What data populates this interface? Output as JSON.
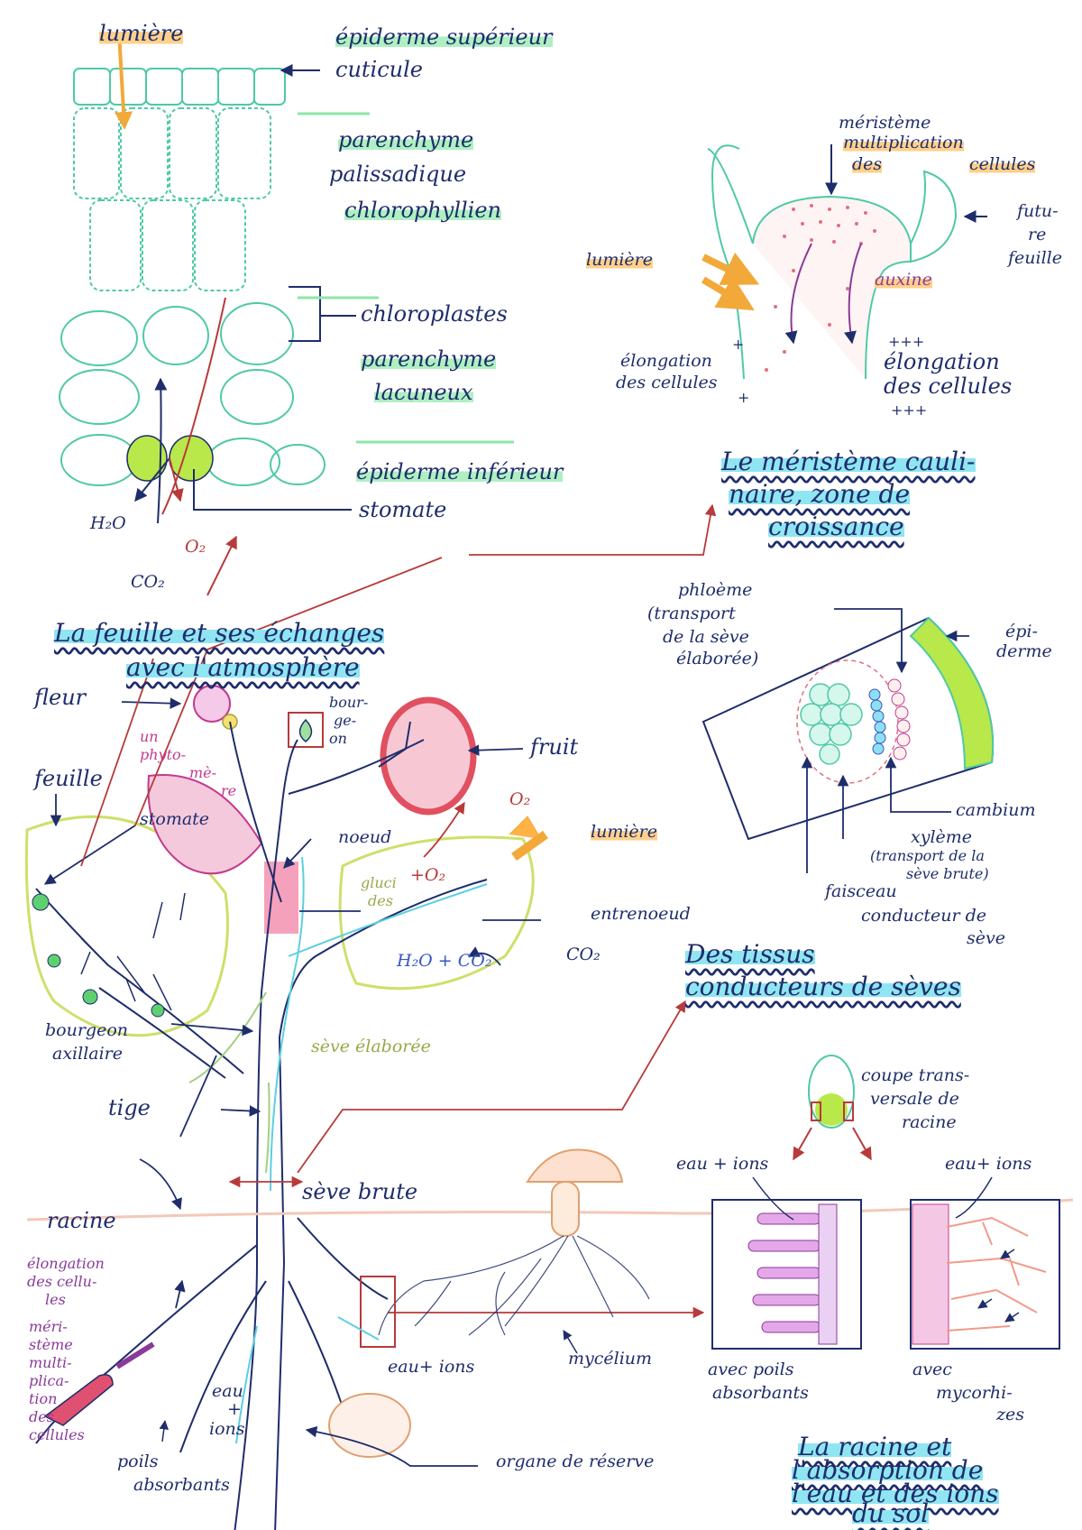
{
  "leaf": {
    "lumiere": "lumière",
    "epiderme_sup": "épiderme supérieur",
    "cuticule": "cuticule",
    "parenchyme_pal_1": "parenchyme",
    "parenchyme_pal_2": "palissadique",
    "parenchyme_pal_3": "chlorophyllien",
    "chloroplastes": "chloroplastes",
    "parenchyme_lac_1": "parenchyme",
    "parenchyme_lac_2": "lacuneux",
    "epiderme_inf": "épiderme inférieur",
    "stomate": "stomate",
    "h2o": "H₂O",
    "o2": "O₂",
    "co2": "CO₂"
  },
  "meristem": {
    "meristeme": "méristème",
    "multiplication": "multiplication",
    "des": "des",
    "cellules": "cellules",
    "future_1": "futu-",
    "future_2": "re",
    "future_3": "feuille",
    "lumiere": "lumière",
    "auxine": "auxine",
    "elongation_left_1": "élongation",
    "elongation_left_2": "des cellules",
    "elongation_right_1": "élongation",
    "elongation_right_2": "des cellules",
    "plus_one": "+",
    "plus_three": "+++"
  },
  "titles": {
    "meristeme_1": "Le méristème cauli-",
    "meristeme_2": "naire, zone de",
    "meristeme_3": "croissance",
    "feuille_1": "La feuille et ses échanges",
    "feuille_2": "avec l'atmosphère",
    "tissus_1": "Des tissus",
    "tissus_2": "conducteurs de sèves",
    "racine_1": "La racine et",
    "racine_2": "l'absorption de",
    "racine_3": "l'eau et des ions",
    "racine_4": "du sol"
  },
  "stem_section": {
    "phloeme_1": "phloème",
    "phloeme_2": "(transport",
    "phloeme_3": "de la sève",
    "phloeme_4": "élaborée)",
    "epiderme_1": "épi-",
    "epiderme_2": "derme",
    "cambium": "cambium",
    "xyleme_1": "xylème",
    "xyleme_2": "(transport de la",
    "xyleme_3": "sève brute)",
    "faisceau_1": "faisceau",
    "faisceau_2": "conducteur de",
    "faisceau_3": "sève"
  },
  "plant": {
    "fleur": "fleur",
    "feuille": "feuille",
    "un_phytomere_1": "un",
    "un_phytomere_2": "phyto-",
    "un_phytomere_3": "mè-",
    "un_phytomere_4": "re",
    "stomate": "stomate",
    "bourgeon_1": "bour-",
    "bourgeon_2": "ge-",
    "bourgeon_3": "on",
    "fruit": "fruit",
    "o2_top": "O₂",
    "noeud": "noeud",
    "lumiere": "lumière",
    "glucides_1": "gluci",
    "glucides_2": "des",
    "plus_o2": "+O₂",
    "entrenoeud": "entrenoeud",
    "h2o_co2": "H₂O + CO₂",
    "co2": "CO₂",
    "bourgeon_axillaire_1": "bourgeon",
    "bourgeon_axillaire_2": "axillaire",
    "seve_elaboree": "sève élaborée",
    "tige": "tige",
    "seve_brute": "sève brute"
  },
  "root": {
    "racine": "racine",
    "elongation_1": "élongation",
    "elongation_2": "des cellu-",
    "elongation_3": "les",
    "meristeme_1": "méri-",
    "meristeme_2": "stème",
    "meristeme_3": "multi-",
    "meristeme_4": "plica-",
    "meristeme_5": "tion",
    "meristeme_6": "des",
    "meristeme_7": "cellules",
    "eau_ions_v_1": "eau",
    "eau_ions_v_2": "+",
    "eau_ions_v_3": "ions",
    "poils_1": "poils",
    "poils_2": "absorbants",
    "eau_ions_mid": "eau+ ions",
    "mycelium": "mycélium",
    "organe": "organe de réserve",
    "coupe_1": "coupe trans-",
    "coupe_2": "versale de",
    "coupe_3": "racine",
    "eau_ions_left": "eau + ions",
    "eau_ions_right": "eau+ ions",
    "avec_poils_1": "avec poils",
    "avec_poils_2": "absorbants",
    "avec_myco_1": "avec",
    "avec_myco_2": "mycorhi-",
    "avec_myco_3": "zes"
  },
  "colors": {
    "ink": "#1f2d6b",
    "leaf_green": "#4fc9a6",
    "highlight_green": "#aef0c2",
    "highlight_orange": "#ffd08a",
    "highlight_cyan": "#8fe6f2",
    "pink": "#e0559a",
    "red": "#b83a3a"
  }
}
